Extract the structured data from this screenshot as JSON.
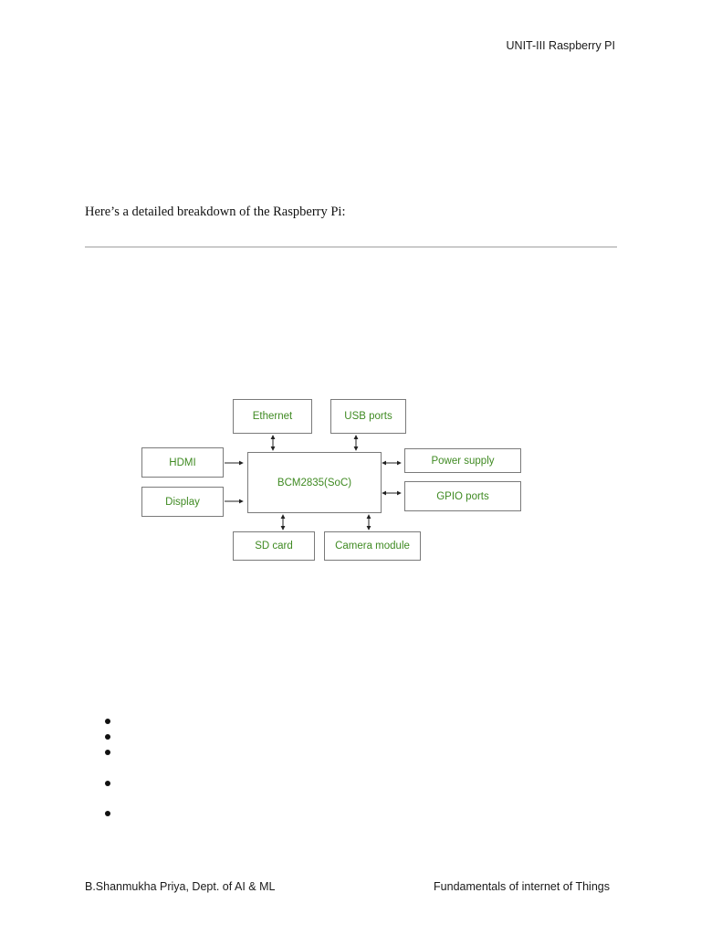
{
  "header": {
    "running_title": "UNIT-III Raspberry PI"
  },
  "body": {
    "intro_text": "Here’s a detailed breakdown of the Raspberry Pi:"
  },
  "diagram": {
    "center": "BCM2835(SoC)",
    "blocks": {
      "ethernet": "Ethernet",
      "usb_ports": "USB ports",
      "hdmi": "HDMI",
      "display": "Display",
      "power_supply": "Power supply",
      "gpio_ports": "GPIO ports",
      "sd_card": "SD card",
      "camera_module": "Camera module"
    },
    "label_color": "#3f8a22",
    "border_color": "#7a7a7a"
  },
  "footer": {
    "author": "B.Shanmukha Priya, Dept. of AI & ML",
    "course": "Fundamentals of internet of Things"
  }
}
